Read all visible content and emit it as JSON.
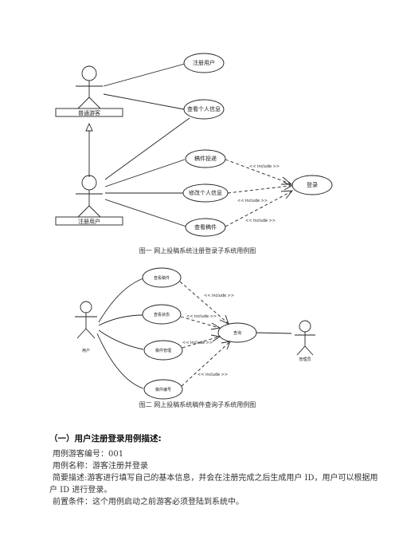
{
  "diagram1": {
    "actor_visitor": "普通游客",
    "actor_registered": "注册用户",
    "uc_register": "注册用户",
    "uc_view_info": "查看个人信息",
    "uc_submit": "稿件投递",
    "uc_edit_info": "修改个人信息",
    "uc_view_article": "查看稿件",
    "uc_login": "登录",
    "include1": "<< include >>",
    "include2": "<< include >>",
    "include3": "<< include >>",
    "caption": "图一  网上投稿系统注册登录子系统用例图"
  },
  "diagram2": {
    "actor_user": "用户",
    "actor_admin": "管理员",
    "uc_view_article": "查看稿件",
    "uc_view_status": "查看状态",
    "uc_article_mgmt": "稿件管理",
    "uc_article_no": "稿件编号",
    "uc_query": "查询",
    "include1": "<< include >>",
    "include2": "<< include >>",
    "include3": "<< include >>",
    "include4": "<< include >>",
    "caption": "图二  网上投稿系统稿件查询子系统用例图"
  },
  "section": {
    "heading": "（一）用户注册登录用例描述:",
    "line1": "用例游客编号：001",
    "line2": "用例名称：游客注册并登录",
    "line3": "简要描述:游客进行填写自己的基本信息，并会在注册完成之后生成用户 ID，用户可以根据用户 ID 进行登录。",
    "line4": "前置条件：这个用例启动之前游客必须登陆到系统中。"
  }
}
